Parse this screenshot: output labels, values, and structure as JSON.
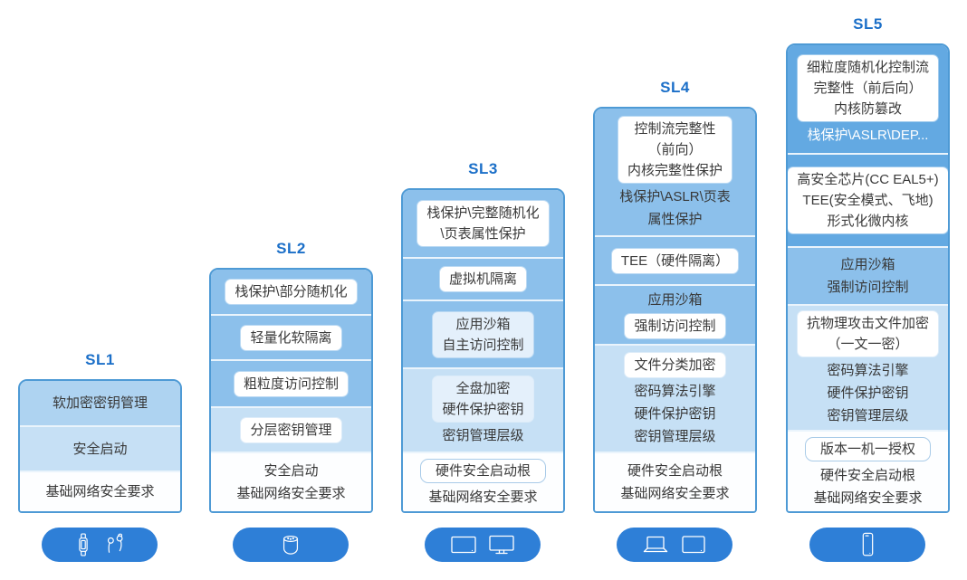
{
  "colors": {
    "title_blue": "#1B6FC8",
    "column_border": "#4E9AD5",
    "section_deep_blue": "#63A9E2",
    "section_mid_blue": "#8CC0EB",
    "section_light_blue": "#C6E0F5",
    "device_pill_blue": "#2E7FD7",
    "text_dark": "#383838"
  },
  "columns": [
    {
      "title": "SL1",
      "sections": [
        {
          "bg": "midlight",
          "after": [
            "软加密密钥管理"
          ]
        },
        {
          "bg": "light",
          "after": [
            "安全启动"
          ]
        },
        {
          "bg": "white",
          "after": [
            "基础网络安全要求"
          ]
        }
      ],
      "devices": [
        "smart-band-icon",
        "earbuds-icon"
      ]
    },
    {
      "title": "SL2",
      "sections": [
        {
          "bg": "mid",
          "pill": [
            "栈保护\\部分随机化"
          ]
        },
        {
          "bg": "mid",
          "pill": [
            "轻量化软隔离"
          ]
        },
        {
          "bg": "mid",
          "pill": [
            "粗粒度访问控制"
          ]
        },
        {
          "bg": "light",
          "pill": [
            "分层密钥管理"
          ]
        },
        {
          "bg": "white",
          "after": [
            "安全启动",
            "基础网络安全要求"
          ]
        }
      ],
      "devices": [
        "smart-speaker-icon"
      ]
    },
    {
      "title": "SL3",
      "sections": [
        {
          "bg": "mid",
          "pill": [
            "栈保护\\完整随机化",
            "\\页表属性保护"
          ]
        },
        {
          "bg": "mid",
          "pill": [
            "虚拟机隔离"
          ]
        },
        {
          "bg": "mid",
          "pill_style": "tint",
          "pill": [
            "应用沙箱",
            "自主访问控制"
          ]
        },
        {
          "bg": "light",
          "pill_style": "tint",
          "pill": [
            "全盘加密",
            "硬件保护密钥"
          ],
          "after": [
            "密钥管理层级"
          ]
        },
        {
          "bg": "white",
          "pill_style": "outline",
          "pill": [
            "硬件安全启动根"
          ],
          "after": [
            "基础网络安全要求"
          ]
        }
      ],
      "devices": [
        "tv-icon",
        "tv-stand-icon"
      ]
    },
    {
      "title": "SL4",
      "sections": [
        {
          "bg": "mid",
          "pill": [
            "控制流完整性",
            "（前向）",
            "内核完整性保护"
          ],
          "after": [
            "栈保护\\ASLR\\页表",
            "属性保护"
          ]
        },
        {
          "bg": "mid",
          "pill": [
            "TEE（硬件隔离）"
          ]
        },
        {
          "bg": "mid",
          "before": [
            "应用沙箱"
          ],
          "pill": [
            "强制访问控制"
          ]
        },
        {
          "bg": "light",
          "pill": [
            "文件分类加密"
          ],
          "after": [
            "密码算法引擎",
            "硬件保护密钥",
            "密钥管理层级"
          ]
        },
        {
          "bg": "white",
          "after": [
            "硬件安全启动根",
            "基础网络安全要求"
          ]
        }
      ],
      "devices": [
        "laptop-icon",
        "tablet-icon"
      ]
    },
    {
      "title": "SL5",
      "sections": [
        {
          "bg": "deep",
          "pill": [
            "细粒度随机化控制流",
            "完整性（前后向）",
            "内核防篡改"
          ],
          "after": [
            "栈保护\\ASLR\\DEP..."
          ],
          "after_color": "white"
        },
        {
          "bg": "deep",
          "pill": [
            "高安全芯片(CC EAL5+)",
            "TEE(安全模式、飞地)",
            "形式化微内核"
          ]
        },
        {
          "bg": "mid",
          "after": [
            "应用沙箱",
            "强制访问控制"
          ]
        },
        {
          "bg": "light",
          "pill": [
            "抗物理攻击文件加密",
            "（一文一密）"
          ],
          "after": [
            "密码算法引擎",
            "硬件保护密钥",
            "密钥管理层级"
          ]
        },
        {
          "bg": "white",
          "pill_style": "outline",
          "pill": [
            "版本一机一授权"
          ],
          "after": [
            "硬件安全启动根",
            "基础网络安全要求"
          ]
        }
      ],
      "devices": [
        "smartphone-icon"
      ]
    }
  ]
}
